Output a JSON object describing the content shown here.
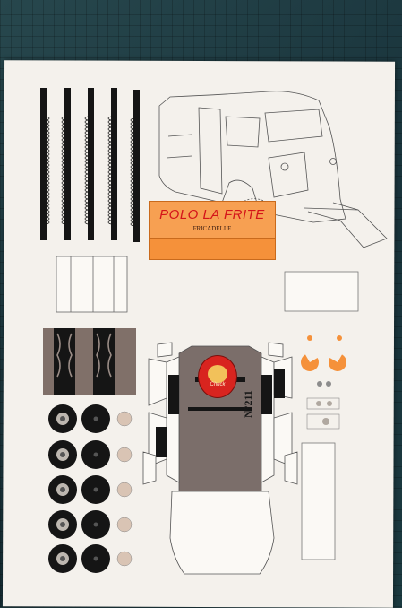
{
  "banner": {
    "title": "POLO LA FRITE",
    "subtitle": "FRICADELLE"
  },
  "van": {
    "number_plate": "N°211",
    "logo_text": "Chuck"
  },
  "colors": {
    "mat": "#1f3a3f",
    "sheet": "#f4f1ec",
    "orange": "#f5913a",
    "red_text": "#d4141a",
    "body_grey": "#7b6e6a",
    "black": "#151515"
  }
}
